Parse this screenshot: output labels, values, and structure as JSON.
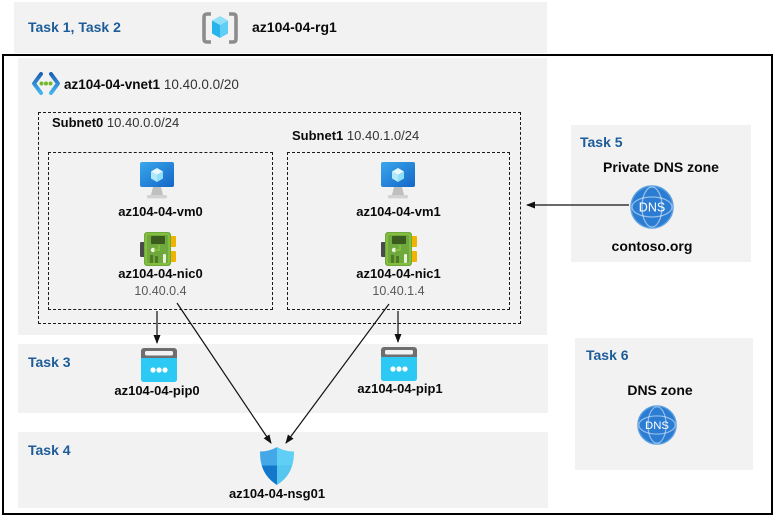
{
  "header": {
    "task_label": "Task 1, Task 2",
    "resource_group": "az104-04-rg1"
  },
  "vnet": {
    "name": "az104-04-vnet1",
    "cidr": "10.40.0.0/20"
  },
  "subnets": [
    {
      "name": "Subnet0",
      "cidr": "10.40.0.0/24",
      "vm": "az104-04-vm0",
      "nic": "az104-04-nic0",
      "ip": "10.40.0.4"
    },
    {
      "name": "Subnet1",
      "cidr": "10.40.1.0/24",
      "vm": "az104-04-vm1",
      "nic": "az104-04-nic1",
      "ip": "10.40.1.4"
    }
  ],
  "task3": {
    "label": "Task 3",
    "pip0": "az104-04-pip0",
    "pip1": "az104-04-pip1"
  },
  "task4": {
    "label": "Task 4",
    "nsg": "az104-04-nsg01"
  },
  "task5": {
    "label": "Task 5",
    "title": "Private DNS zone",
    "zone_name": "contoso.org",
    "icon_text": "DNS"
  },
  "task6": {
    "label": "Task 6",
    "title": "DNS zone",
    "icon_text": "DNS"
  },
  "icons": {
    "resource_group": "resource-group-icon",
    "vnet": "virtual-network-icon",
    "vm": "virtual-machine-icon",
    "nic": "network-interface-icon",
    "public_ip": "public-ip-icon",
    "nsg": "nsg-shield-icon",
    "dns": "dns-zone-icon"
  },
  "colors": {
    "task_text": "#1c5c98",
    "panel_bg": "#f2f2f2",
    "ip_text": "#595959",
    "vm_blue_dark": "#1366c6",
    "vm_blue_light": "#3aa7ec",
    "nic_green": "#6fa83c",
    "nic_yellow": "#f0b400",
    "pip_cyan": "#2bc9f4",
    "dns_blue": "#2b7cd3",
    "shield_tl": "#44a8e8",
    "shield_tr": "#60cff5",
    "shield_bl": "#1377cc",
    "shield_br": "#55c6f0"
  }
}
